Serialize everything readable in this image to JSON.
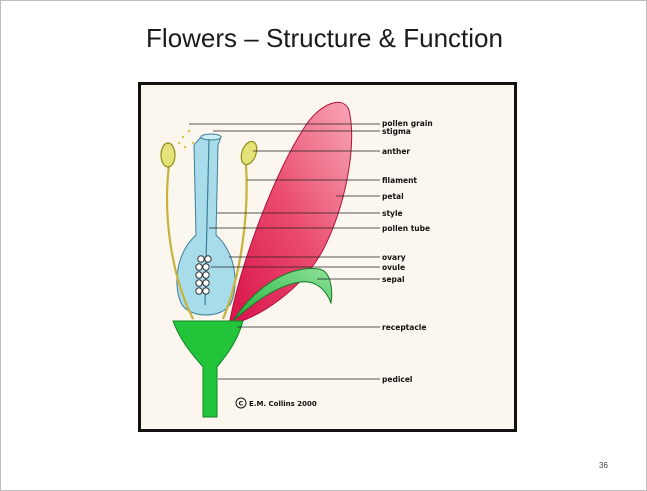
{
  "slide": {
    "title": "Flowers – Structure & Function",
    "page_number": "36"
  },
  "diagram": {
    "labels": {
      "pollen_grain": "pollen grain",
      "stigma": "stigma",
      "anther": "anther",
      "filament": "filament",
      "petal": "petal",
      "style": "style",
      "pollen_tube": "pollen tube",
      "ovary": "ovary",
      "ovule": "ovule",
      "sepal": "sepal",
      "receptacle": "receptacle",
      "pedicel": "pedicel"
    },
    "copyright": "E.M. Collins 2000",
    "copyright_symbol": "C",
    "colors": {
      "petal": "#e84a6a",
      "pistil": "#a8dcea",
      "receptacle": "#22c43a",
      "anther": "#e6e27a",
      "background": "#fbf7ef"
    }
  }
}
